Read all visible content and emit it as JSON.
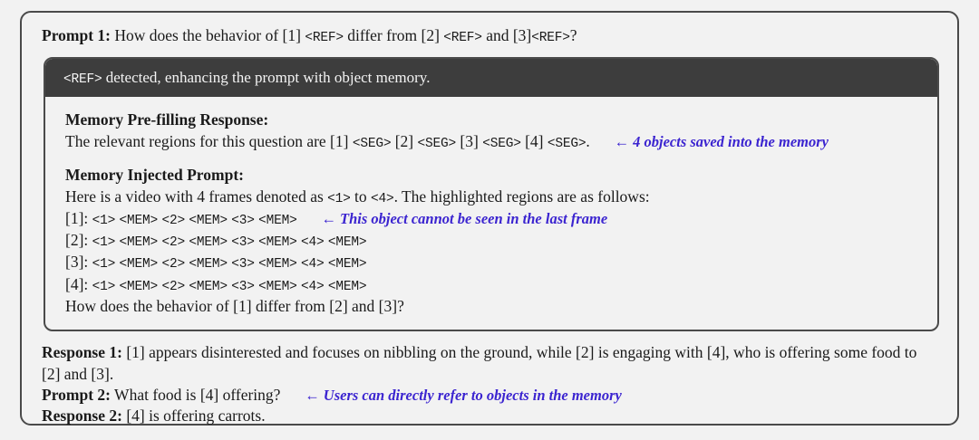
{
  "theme": {
    "page_background": "#f2f2f2",
    "card_border": "#4a4a4a",
    "detect_bar_background": "#3d3d3d",
    "detect_bar_text": "#f4f4f4",
    "body_text": "#1a1a1a",
    "annotation_color": "#3b24d0"
  },
  "prompt1": {
    "label": "Prompt 1:",
    "text_a": "How does the behavior of [1]",
    "token_a": "<REF>",
    "text_b": "differ from [2]",
    "token_b": "<REF>",
    "text_c": "and [3]",
    "token_c": "<REF>",
    "text_d": "?"
  },
  "detect_bar": {
    "token": "<REF>",
    "text": "detected, enhancing the prompt with object memory."
  },
  "prefilling": {
    "title": "Memory Pre-filling Response:",
    "text_a": "The relevant regions for this question are [1]",
    "seg1": "<SEG>",
    "text_b": "[2]",
    "seg2": "<SEG>",
    "text_c": "[3]",
    "seg3": "<SEG>",
    "text_d": "[4]",
    "seg4": "<SEG>",
    "text_e": ".",
    "annotation_arrow": "←",
    "annotation": "4 objects saved into the memory"
  },
  "injected": {
    "title": "Memory Injected Prompt:",
    "intro_a": "Here is a video with 4 frames denoted as",
    "intro_frame_first": "<1>",
    "intro_b": "to",
    "intro_frame_last": "<4>",
    "intro_c": ". The highlighted regions are as follows:",
    "rows": [
      {
        "label": "[1]:",
        "frames": [
          "<1>",
          "<MEM>",
          "<2>",
          "<MEM>",
          "<3>",
          "<MEM>"
        ],
        "annotation_arrow": "←",
        "annotation": "This object cannot be seen in the last frame"
      },
      {
        "label": "[2]:",
        "frames": [
          "<1>",
          "<MEM>",
          "<2>",
          "<MEM>",
          "<3>",
          "<MEM>",
          "<4>",
          "<MEM>"
        ],
        "annotation_arrow": "",
        "annotation": ""
      },
      {
        "label": "[3]:",
        "frames": [
          "<1>",
          "<MEM>",
          "<2>",
          "<MEM>",
          "<3>",
          "<MEM>",
          "<4>",
          "<MEM>"
        ],
        "annotation_arrow": "",
        "annotation": ""
      },
      {
        "label": "[4]:",
        "frames": [
          "<1>",
          "<MEM>",
          "<2>",
          "<MEM>",
          "<3>",
          "<MEM>",
          "<4>",
          "<MEM>"
        ],
        "annotation_arrow": "",
        "annotation": ""
      }
    ],
    "question": "How does the behavior of [1] differ from [2] and [3]?"
  },
  "conversation": {
    "response1_label": "Response 1:",
    "response1_text": "[1] appears disinterested and focuses on nibbling on the ground, while [2] is engaging with [4], who is offering some food to [2] and [3].",
    "prompt2_label": "Prompt 2:",
    "prompt2_text": "What food is [4] offering?",
    "prompt2_annotation_arrow": "←",
    "prompt2_annotation": "Users can directly refer to objects in the memory",
    "response2_label": "Response 2:",
    "response2_text": "[4] is offering carrots."
  }
}
